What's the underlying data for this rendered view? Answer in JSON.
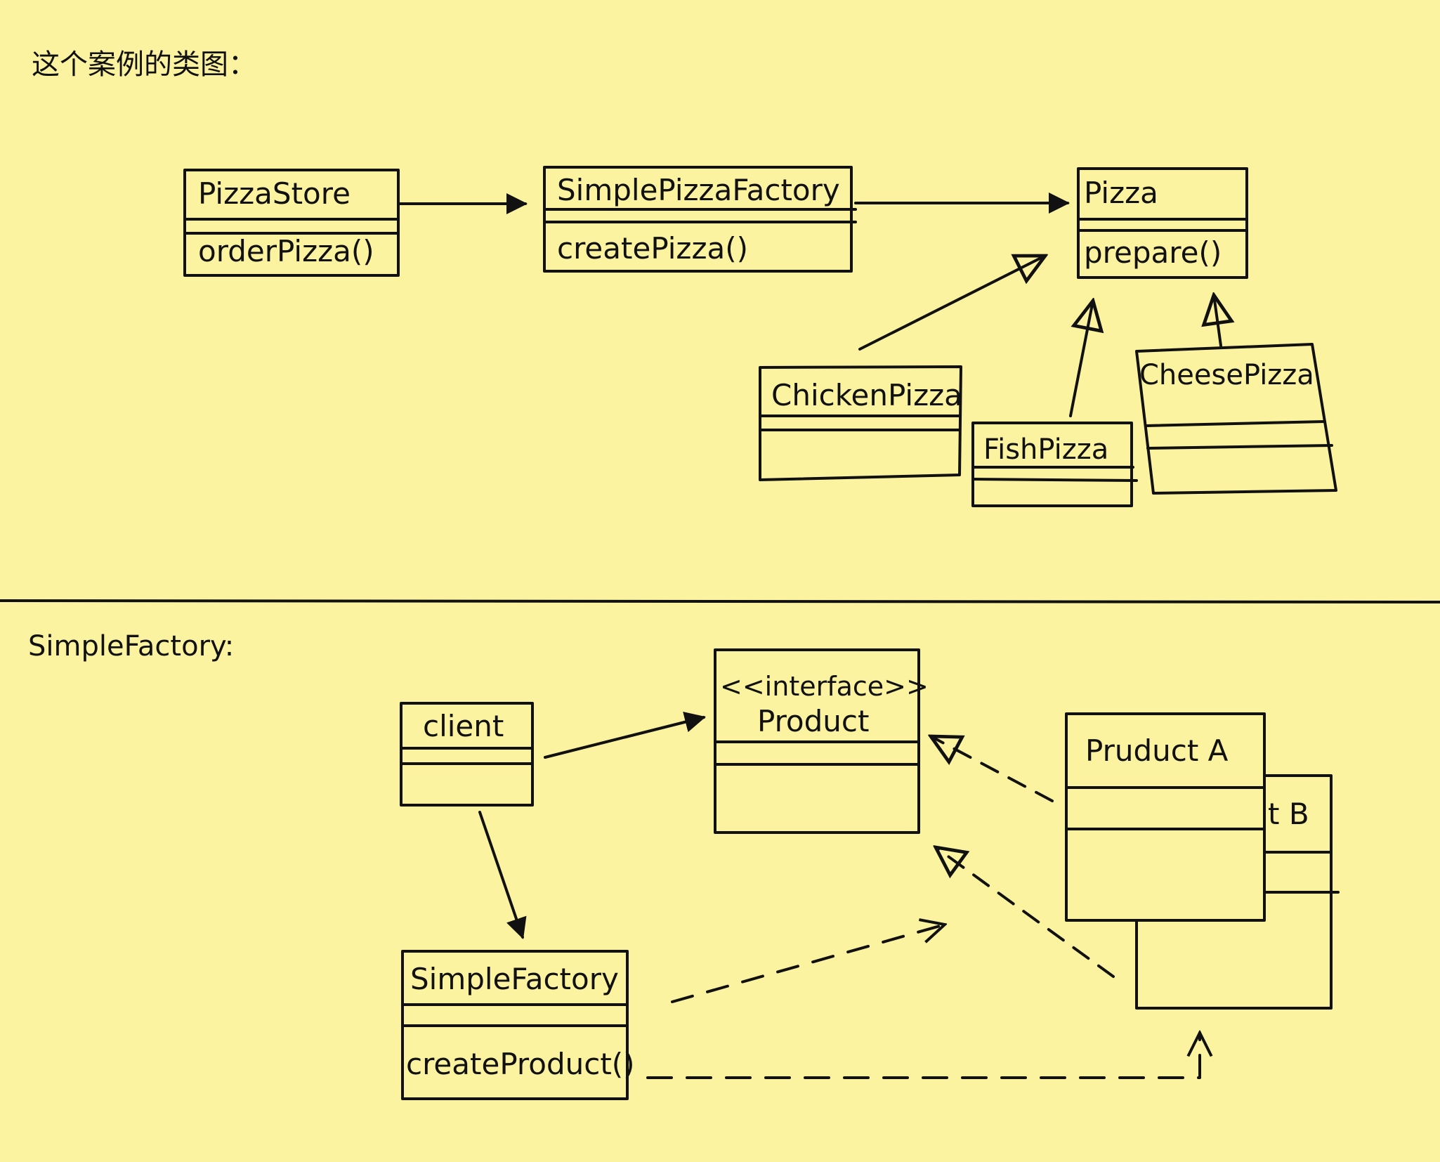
{
  "top": {
    "heading": "这个案例的类图：",
    "classes": {
      "pizza_store": {
        "name": "PizzaStore",
        "method": "orderPizza()"
      },
      "factory": {
        "name": "SimplePizzaFactory",
        "method": "createPizza()"
      },
      "pizza": {
        "name": "Pizza",
        "method": "prepare()"
      },
      "chicken_pizza": {
        "name": "ChickenPizza"
      },
      "fish_pizza": {
        "name": "FishPizza"
      },
      "cheese_pizza": {
        "name": "CheesePizza"
      }
    }
  },
  "bottom": {
    "heading": "SimpleFactory:",
    "classes": {
      "client": {
        "name": "client"
      },
      "product": {
        "stereotype": "<<interface>>",
        "name": "Product"
      },
      "product_a": {
        "name": "Pruduct A"
      },
      "product_b": {
        "name": "t B"
      },
      "simple_factory": {
        "name": "SimpleFactory",
        "method": "createProduct()"
      }
    }
  },
  "colors": {
    "background": "#fbf3a0",
    "ink": "#111111"
  }
}
